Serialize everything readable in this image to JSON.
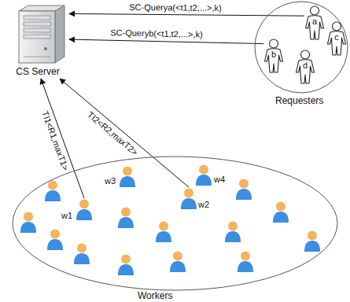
{
  "diagram": {
    "nodes": [
      {
        "text": [
          "CS Server"
        ]
      },
      {
        "text": [
          "Requesters"
        ]
      },
      {
        "text": [
          "a"
        ],
        "in": 1
      },
      {
        "text": [
          "b"
        ],
        "in": 1
      },
      {
        "text": [
          "c"
        ],
        "in": 1
      },
      {
        "text": [
          "d"
        ],
        "in": 1
      },
      {
        "text": [
          "Workers"
        ]
      },
      {
        "text": [
          "w1"
        ],
        "in": 6
      },
      {
        "text": [
          "w2"
        ],
        "in": 6
      },
      {
        "text": [
          "w3"
        ],
        "in": 6
      },
      {
        "text": [
          "w4"
        ],
        "in": 6
      }
    ],
    "edges": [
      {
        "from": 2,
        "to": 0,
        "label": "SC-Querya(<t1,t2,...>,k)",
        "arrow": "to"
      },
      {
        "from": 3,
        "to": 0,
        "label": "SC-Queryb(<t1,t2,...>,k)",
        "arrow": "to"
      },
      {
        "from": 7,
        "to": 0,
        "label": "TI1<R1,maxT1>",
        "arrow": "to"
      },
      {
        "from": 8,
        "to": 0,
        "label": "TI2<R2,maxT2>",
        "arrow": "to"
      }
    ]
  }
}
